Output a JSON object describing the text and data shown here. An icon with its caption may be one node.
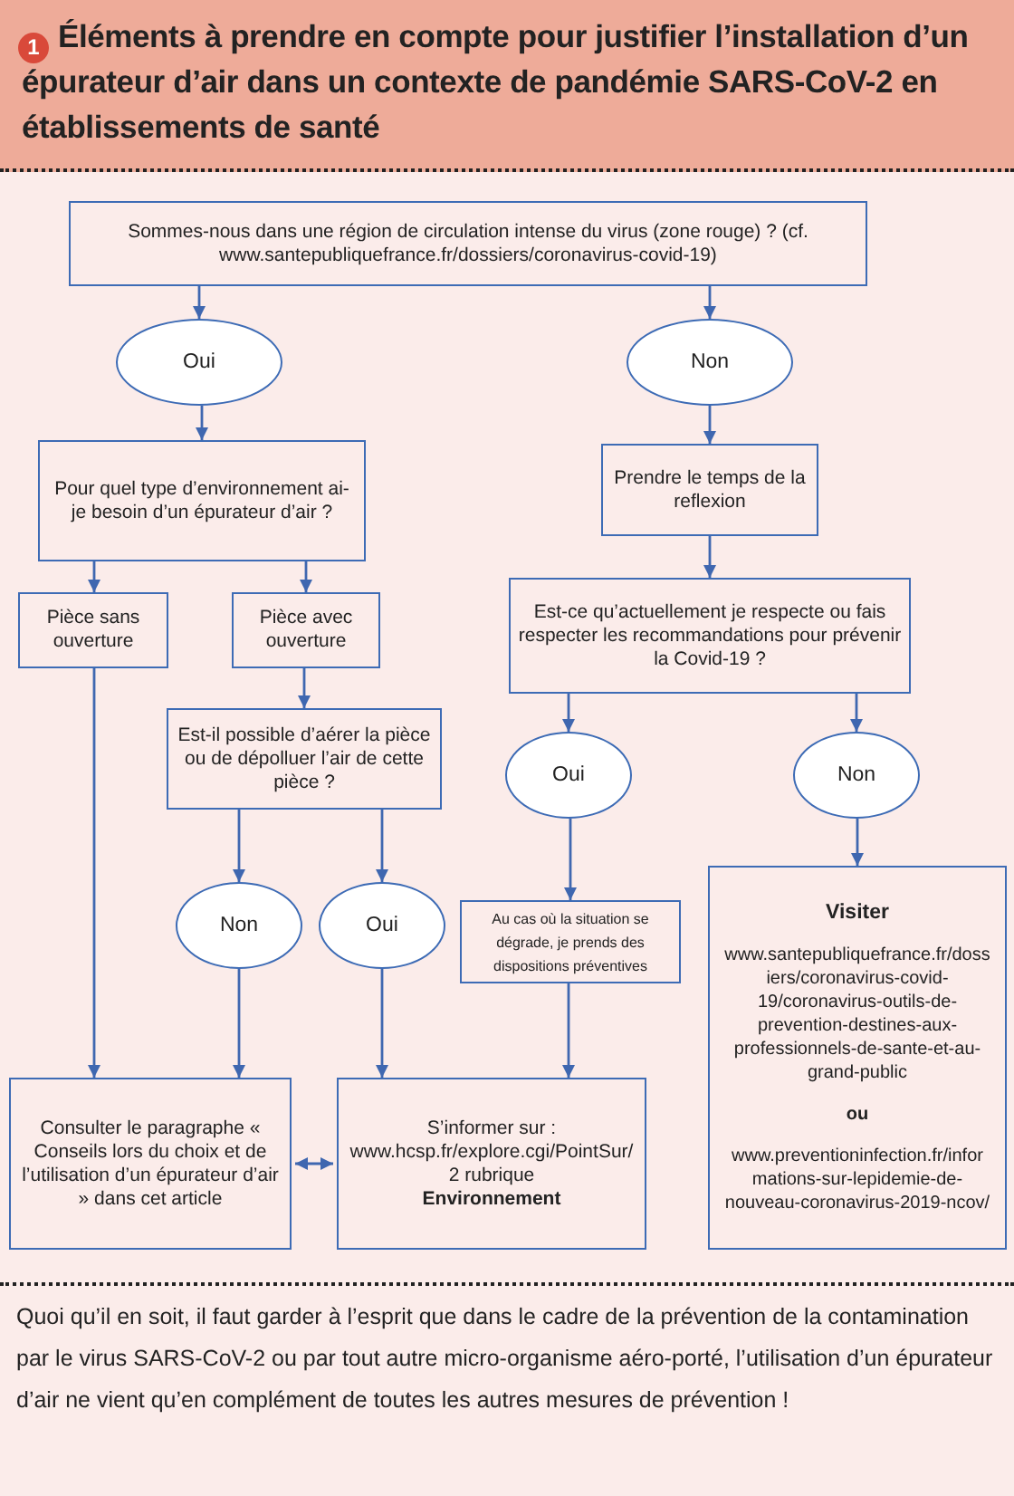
{
  "diagram": {
    "title": "Éléments à prendre en compte pour justifier l’installation d’un épurateur d’air dans un contexte de pandémie SARS-CoV-2 en établissements de santé",
    "nodes": [
      {
        "text": [
          "Sommes-nous dans une région de circulation intense du virus (zone rouge) ? (cf. www.santepubliquefrance.fr/dossiers/coronavirus-covid-19)"
        ]
      },
      {
        "text": [
          "Oui"
        ]
      },
      {
        "text": [
          "Non"
        ]
      },
      {
        "text": [
          "Pour quel type d’environnement ai-je besoin d’un épurateur d’air ?"
        ]
      },
      {
        "text": [
          "Prendre le temps de la reflexion"
        ]
      },
      {
        "text": [
          "Pièce sans ouverture"
        ]
      },
      {
        "text": [
          "Pièce avec ouverture"
        ]
      },
      {
        "text": [
          "Est-ce qu’actuellement je respecte ou fais respecter les recommandations pour prévenir la Covid-19 ?"
        ]
      },
      {
        "text": [
          "Est-il possible d’aérer la pièce ou de dépolluer l’air de cette pièce ?"
        ]
      },
      {
        "text": [
          "Oui"
        ]
      },
      {
        "text": [
          "Non"
        ]
      },
      {
        "text": [
          "Non"
        ]
      },
      {
        "text": [
          "Oui"
        ]
      },
      {
        "text": [
          "Au cas où la situation se dégrade, je prends des dispositions préventives"
        ]
      },
      {
        "text": [
          "Visiter",
          "www.santepubliquefrance.fr/dossiers/coronavirus-covid-19/coronavirus-outils-de-prevention-destines-aux-professionnels-de-sante-et-au-grand-public",
          "ou",
          "www.preventioninfection.fr/informations-sur-lepidemie-de-nouveau-coronavirus-2019-ncov/"
        ]
      },
      {
        "text": [
          "Consulter le paragraphe « Conseils lors du choix et de l’utilisation d’un épurateur d’air » dans cet article"
        ]
      },
      {
        "text": [
          "S’informer sur : www.hcsp.fr/explore.cgi/PointSur/2 rubrique **Environnement**"
        ]
      }
    ],
    "edges": [
      {
        "from": 0,
        "to": 1,
        "arrow": "to"
      },
      {
        "from": 0,
        "to": 2,
        "arrow": "to"
      },
      {
        "from": 1,
        "to": 3,
        "arrow": "to"
      },
      {
        "from": 2,
        "to": 4,
        "arrow": "to"
      },
      {
        "from": 3,
        "to": 5,
        "arrow": "to"
      },
      {
        "from": 3,
        "to": 6,
        "arrow": "to"
      },
      {
        "from": 4,
        "to": 7,
        "arrow": "to"
      },
      {
        "from": 6,
        "to": 8,
        "arrow": "to"
      },
      {
        "from": 7,
        "to": 9,
        "arrow": "to"
      },
      {
        "from": 7,
        "to": 10,
        "arrow": "to"
      },
      {
        "from": 8,
        "to": 11,
        "arrow": "to"
      },
      {
        "from": 8,
        "to": 12,
        "arrow": "to"
      },
      {
        "from": 9,
        "to": 13,
        "arrow": "to"
      },
      {
        "from": 10,
        "to": 14,
        "arrow": "to"
      },
      {
        "from": 5,
        "to": 15,
        "arrow": "to"
      },
      {
        "from": 11,
        "to": 15,
        "arrow": "to"
      },
      {
        "from": 12,
        "to": 16,
        "arrow": "to"
      },
      {
        "from": 13,
        "to": 16,
        "arrow": "to"
      },
      {
        "from": 15,
        "to": 16,
        "arrow": "both"
      }
    ],
    "labels": [
      "1",
      "Quoi qu’il en soit, il faut garder à l’esprit que dans le cadre de la prévention de la contamination par le virus SARS-CoV-2 ou par tout autre micro-organisme aéro-porté, l’utilisation d’un épurateur d’air ne vient qu’en complément de toutes les autres mesures de prévention !"
    ]
  }
}
